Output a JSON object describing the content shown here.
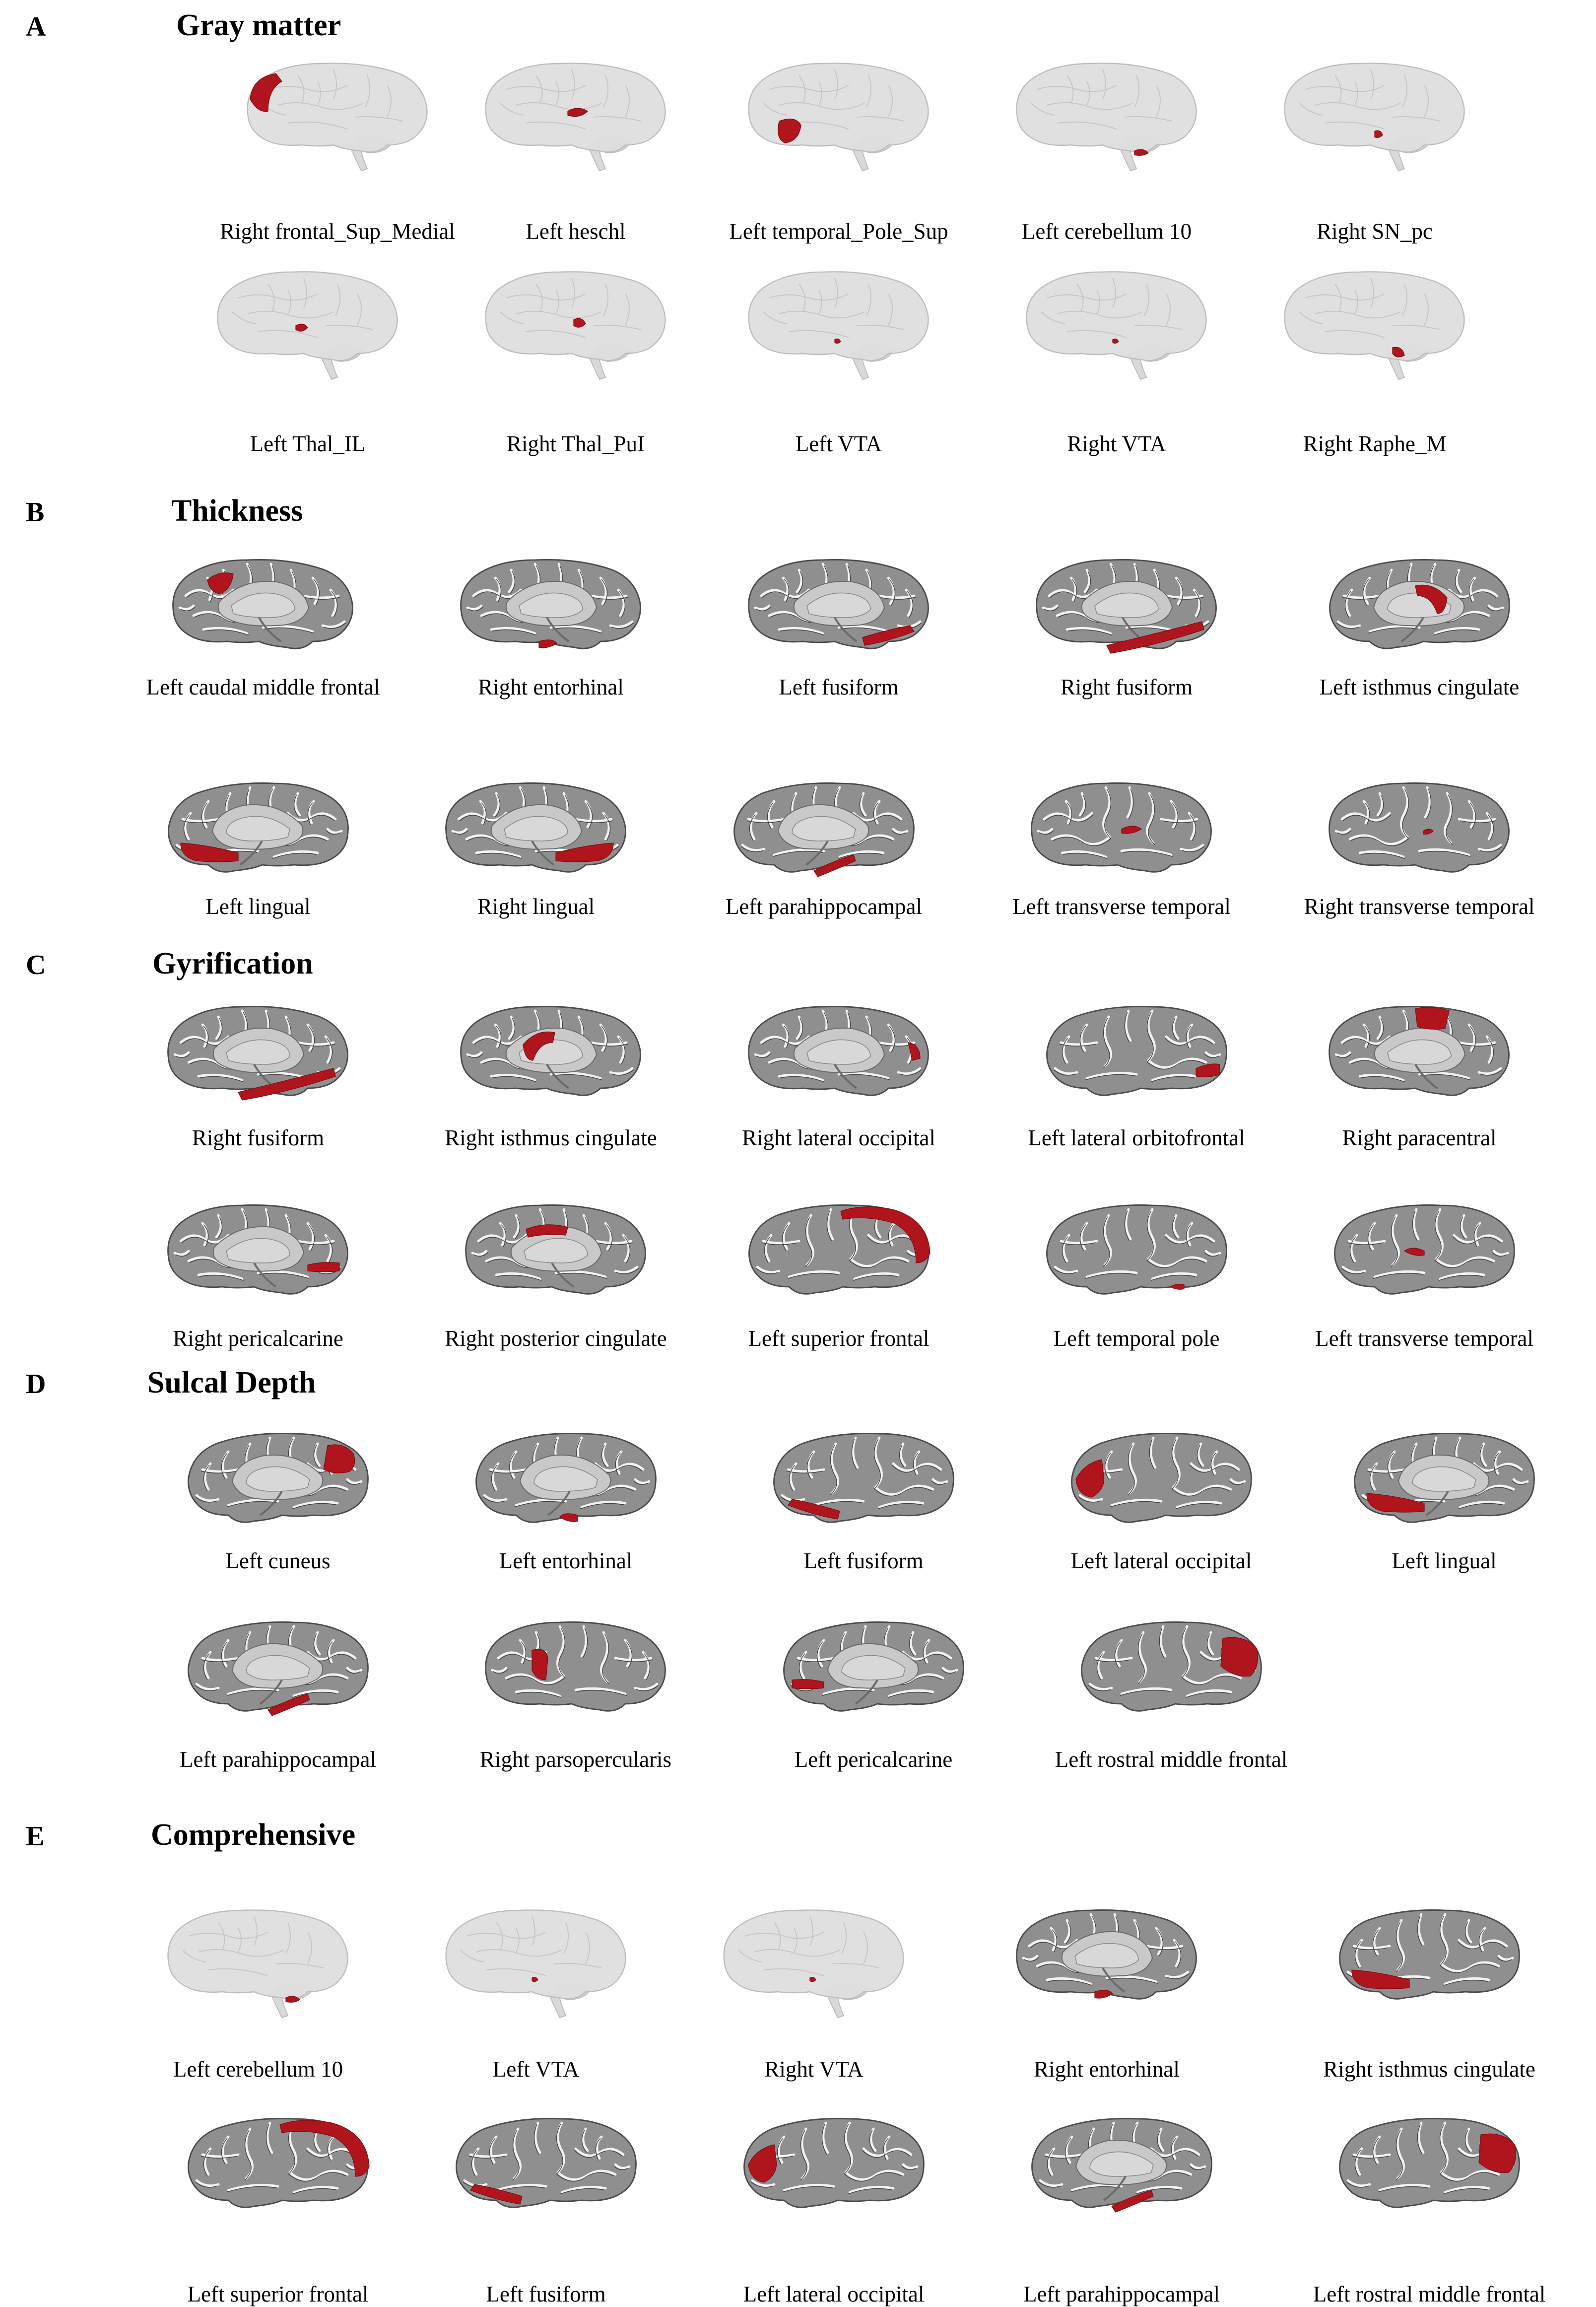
{
  "panels": [
    {
      "letter": "A",
      "title": "Gray matter",
      "rows": [
        [
          {
            "label": "Right frontal_Sup_Medial",
            "style": "glass",
            "view": "left",
            "highlight": "frontal-pole"
          },
          {
            "label": "Left heschl",
            "style": "glass",
            "view": "left",
            "highlight": "heschl"
          },
          {
            "label": "Left temporal_Pole_Sup",
            "style": "glass",
            "view": "left",
            "highlight": "temporal-pole"
          },
          {
            "label": "Left cerebellum 10",
            "style": "glass",
            "view": "left",
            "highlight": "cerebellum"
          },
          {
            "label": "Right SN_pc",
            "style": "glass",
            "view": "left",
            "highlight": "midbrain"
          }
        ],
        [
          {
            "label": "Left Thal_IL",
            "style": "glass",
            "view": "left",
            "highlight": "thalamus"
          },
          {
            "label": "Right Thal_PuI",
            "style": "glass",
            "view": "left",
            "highlight": "thalamus-post"
          },
          {
            "label": "Left VTA",
            "style": "glass",
            "view": "left",
            "highlight": "vta"
          },
          {
            "label": "Right VTA",
            "style": "glass",
            "view": "left",
            "highlight": "vta"
          },
          {
            "label": "Right Raphe_M",
            "style": "glass",
            "view": "left",
            "highlight": "raphe"
          }
        ]
      ]
    },
    {
      "letter": "B",
      "title": "Thickness",
      "rows": [
        [
          {
            "label": "Left caudal middle frontal",
            "style": "medial",
            "view": "left",
            "highlight": "caudal-middle-frontal"
          },
          {
            "label": "Right entorhinal",
            "style": "medial",
            "view": "left",
            "highlight": "entorhinal"
          },
          {
            "label": "Left fusiform",
            "style": "medial",
            "view": "left",
            "highlight": "fusiform"
          },
          {
            "label": "Right fusiform",
            "style": "medial",
            "view": "left",
            "highlight": "fusiform-long"
          },
          {
            "label": "Left isthmus cingulate",
            "style": "medial",
            "view": "right",
            "highlight": "isthmus"
          }
        ],
        [
          {
            "label": "Left lingual",
            "style": "medial",
            "view": "right",
            "highlight": "lingual"
          },
          {
            "label": "Right lingual",
            "style": "medial",
            "view": "left",
            "highlight": "lingual"
          },
          {
            "label": "Left parahippocampal",
            "style": "medial",
            "view": "right",
            "highlight": "parahippocampal"
          },
          {
            "label": "Left transverse temporal",
            "style": "lateral",
            "view": "left",
            "highlight": "transverse-temporal"
          },
          {
            "label": "Right transverse temporal",
            "style": "lateral",
            "view": "left",
            "highlight": "transverse-temporal-small"
          }
        ]
      ]
    },
    {
      "letter": "C",
      "title": "Gyrification",
      "rows": [
        [
          {
            "label": "Right fusiform",
            "style": "medial",
            "view": "left",
            "highlight": "fusiform-long"
          },
          {
            "label": "Right isthmus cingulate",
            "style": "medial",
            "view": "left",
            "highlight": "isthmus"
          },
          {
            "label": "Right lateral occipital",
            "style": "medial",
            "view": "left",
            "highlight": "occipital-tip"
          },
          {
            "label": "Left lateral orbitofrontal",
            "style": "lateral",
            "view": "right",
            "highlight": "orbitofrontal"
          },
          {
            "label": "Right paracentral",
            "style": "medial",
            "view": "left",
            "highlight": "paracentral"
          }
        ],
        [
          {
            "label": "Right pericalcarine",
            "style": "medial",
            "view": "left",
            "highlight": "pericalcarine"
          },
          {
            "label": "Right posterior cingulate",
            "style": "medial",
            "view": "left",
            "highlight": "posterior-cingulate"
          },
          {
            "label": "Left superior frontal",
            "style": "lateral",
            "view": "right",
            "highlight": "superior-frontal"
          },
          {
            "label": "Left temporal pole",
            "style": "lateral",
            "view": "right",
            "highlight": "temporal-pole-small"
          },
          {
            "label": "Left transverse temporal",
            "style": "lateral",
            "view": "right",
            "highlight": "transverse-temporal"
          }
        ]
      ]
    },
    {
      "letter": "D",
      "title": "Sulcal Depth",
      "rows": [
        [
          {
            "label": "Left cuneus",
            "style": "medial",
            "view": "right",
            "highlight": "cuneus"
          },
          {
            "label": "Left entorhinal",
            "style": "medial",
            "view": "right",
            "highlight": "entorhinal"
          },
          {
            "label": "Left fusiform",
            "style": "lateral",
            "view": "right",
            "highlight": "fusiform"
          },
          {
            "label": "Left lateral occipital",
            "style": "lateral",
            "view": "right",
            "highlight": "lateral-occipital"
          },
          {
            "label": "Left lingual",
            "style": "medial",
            "view": "right",
            "highlight": "lingual"
          }
        ],
        [
          {
            "label": "Left parahippocampal",
            "style": "medial",
            "view": "right",
            "highlight": "parahippocampal"
          },
          {
            "label": "Right parsopercularis",
            "style": "lateral",
            "view": "left",
            "highlight": "parsopercularis"
          },
          {
            "label": "Left pericalcarine",
            "style": "medial",
            "view": "right",
            "highlight": "pericalcarine"
          },
          {
            "label": "Left rostral middle frontal",
            "style": "lateral",
            "view": "right",
            "highlight": "rostral-middle-frontal"
          }
        ]
      ]
    },
    {
      "letter": "E",
      "title": "Comprehensive",
      "rows": [
        [
          {
            "label": "Left cerebellum 10",
            "style": "glass",
            "view": "left",
            "highlight": "cerebellum"
          },
          {
            "label": "Left VTA",
            "style": "glass",
            "view": "left",
            "highlight": "vta"
          },
          {
            "label": "Right VTA",
            "style": "glass",
            "view": "left",
            "highlight": "vta"
          },
          {
            "label": "Right entorhinal",
            "style": "medial",
            "view": "left",
            "highlight": "entorhinal"
          },
          {
            "label": "Right isthmus cingulate",
            "style": "lateral",
            "view": "right",
            "highlight": "lingual"
          }
        ],
        [
          {
            "label": "Left superior frontal",
            "style": "lateral",
            "view": "right",
            "highlight": "superior-frontal"
          },
          {
            "label": "Left fusiform",
            "style": "lateral",
            "view": "right",
            "highlight": "fusiform"
          },
          {
            "label": "Left lateral occipital",
            "style": "lateral",
            "view": "right",
            "highlight": "lateral-occipital"
          },
          {
            "label": "Left parahippocampal",
            "style": "medial",
            "view": "right",
            "highlight": "parahippocampal"
          },
          {
            "label": "Left rostral middle frontal",
            "style": "lateral",
            "view": "right",
            "highlight": "rostral-middle-frontal"
          }
        ]
      ]
    }
  ],
  "colors": {
    "highlight": "#b0151d",
    "glass_fill": "#dedede",
    "glass_line": "#bdbdbd",
    "surface_fill": "#8f8f8f",
    "surface_line": "#4a4a4a",
    "medial_center": "#c9c9c9"
  }
}
